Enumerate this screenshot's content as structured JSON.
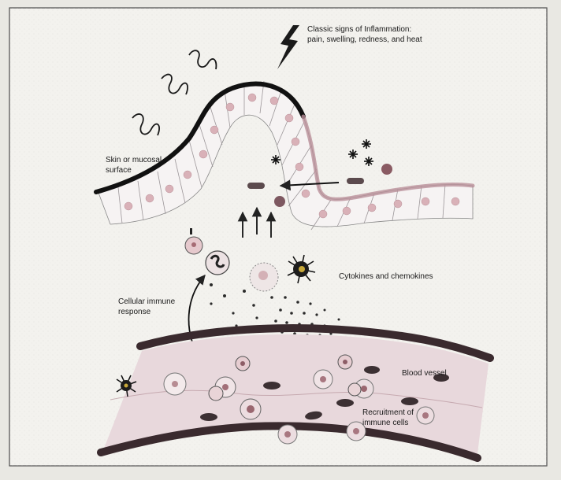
{
  "labels": {
    "inflammation_title": "Classic signs of Inflammation:",
    "inflammation_signs": "pain, swelling, redness, and heat",
    "surface_line1": "Skin or mucosal",
    "surface_line2": "surface",
    "cytokines": "Cytokines and chemokines",
    "cellular_line1": "Cellular immune",
    "cellular_line2": "response",
    "blood_vessel": "Blood vessel",
    "recruitment_line1": "Recruitment of",
    "recruitment_line2": "immune cells"
  },
  "colors": {
    "paper": "#f3f2ee",
    "outline": "#222222",
    "tissue_fill": "#f6f3f3",
    "cell_pink": "#d9b1b8",
    "vessel_fill": "#e8d8dc",
    "vessel_wall": "#3a2a2e",
    "rbc": "#3c3033",
    "dots": "#2b2b2b"
  },
  "icons": [
    "lightning-icon",
    "squiggle-icon",
    "pathogen-icon",
    "arrow-icon",
    "dendritic-cell-icon"
  ]
}
